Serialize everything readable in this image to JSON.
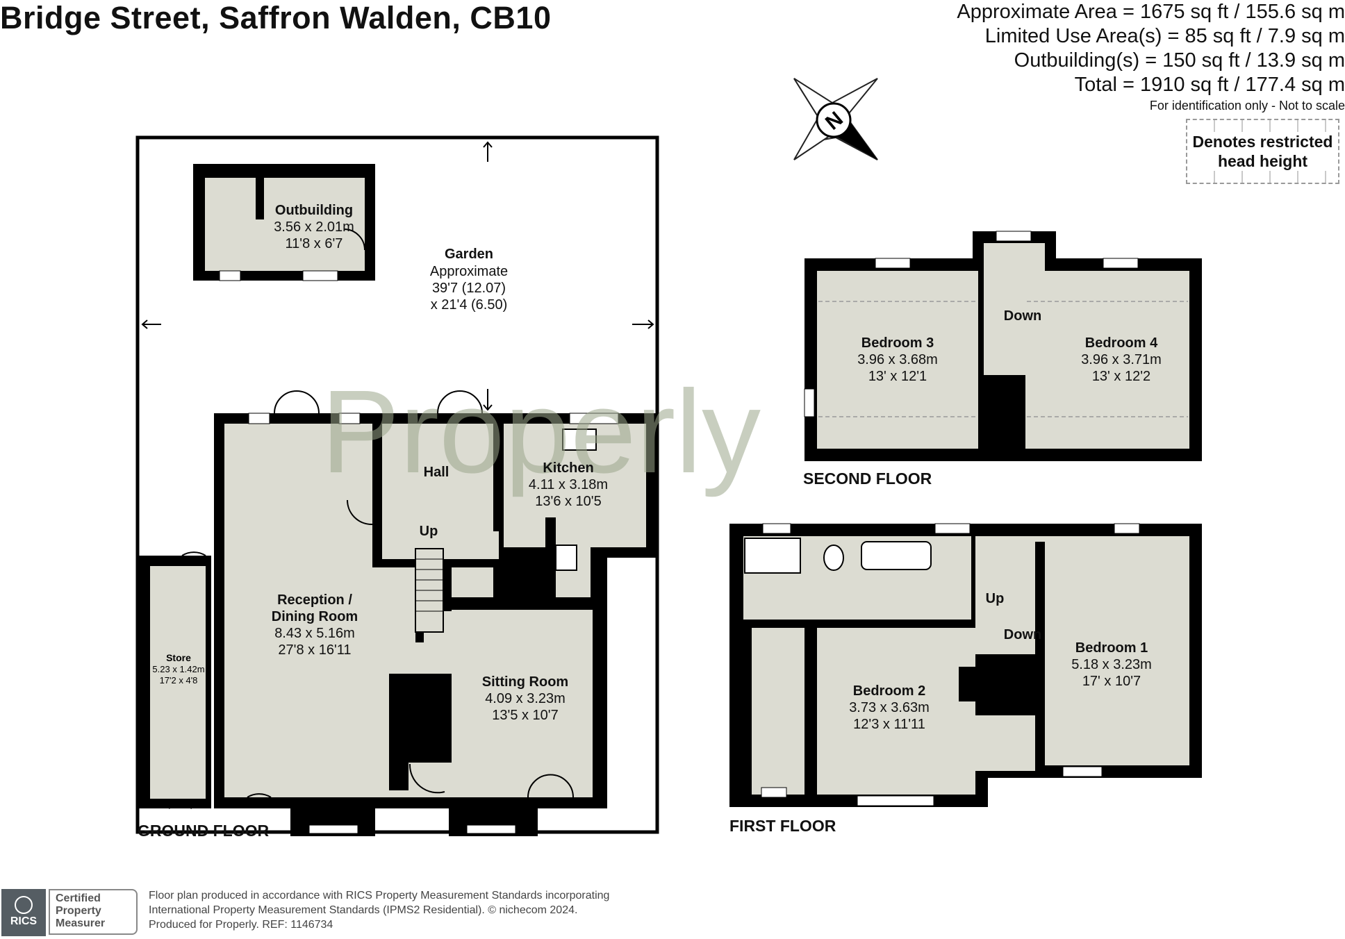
{
  "title": "Bridge Street, Saffron Walden, CB10",
  "areas": [
    "Approximate Area = 1675 sq ft / 155.6 sq m",
    "Limited Use Area(s) = 85 sq ft / 7.9 sq m",
    "Outbuilding(s) = 150 sq ft / 13.9 sq m",
    "Total = 1910 sq ft / 177.4 sq m"
  ],
  "identification_note": "For identification only - Not to scale",
  "restricted_legend": "Denotes restricted head height",
  "compass_letter": "N",
  "watermark": "Properly",
  "colors": {
    "room_fill": "#dcdcd2",
    "wall": "#000000",
    "watermark": "#9aa58a"
  },
  "floors": {
    "ground": "GROUND FLOOR",
    "first": "FIRST FLOOR",
    "second": "SECOND FLOOR"
  },
  "rooms": {
    "garden": {
      "name": "Garden",
      "line1": "Approximate",
      "line2": "39'7 (12.07)",
      "line3": "x 21'4 (6.50)"
    },
    "outbuilding": {
      "name": "Outbuilding",
      "metric": "3.56 x 2.01m",
      "imperial": "11'8 x 6'7"
    },
    "hall": {
      "name": "Hall"
    },
    "kitchen": {
      "name": "Kitchen",
      "metric": "4.11 x 3.18m",
      "imperial": "13'6 x 10'5"
    },
    "reception": {
      "name1": "Reception /",
      "name2": "Dining Room",
      "metric": "8.43 x 5.16m",
      "imperial": "27'8 x 16'11"
    },
    "sitting": {
      "name": "Sitting Room",
      "metric": "4.09 x 3.23m",
      "imperial": "13'5 x 10'7"
    },
    "store": {
      "name": "Store",
      "metric": "5.23 x 1.42m",
      "imperial": "17'2 x 4'8"
    },
    "bedroom1": {
      "name": "Bedroom 1",
      "metric": "5.18 x 3.23m",
      "imperial": "17' x 10'7"
    },
    "bedroom2": {
      "name": "Bedroom 2",
      "metric": "3.73 x 3.63m",
      "imperial": "12'3 x 11'11"
    },
    "bedroom3": {
      "name": "Bedroom 3",
      "metric": "3.96 x 3.68m",
      "imperial": "13' x 12'1"
    },
    "bedroom4": {
      "name": "Bedroom 4",
      "metric": "3.96 x 3.71m",
      "imperial": "13' x 12'2"
    }
  },
  "stairs": {
    "up": "Up",
    "down": "Down"
  },
  "footer": [
    "Floor plan produced in accordance with RICS Property Measurement Standards incorporating",
    "International Property Measurement Standards (IPMS2 Residential).  © nichecom 2024.",
    "Produced for Properly.   REF: 1146734"
  ],
  "rics_badge": {
    "logo": "RICS",
    "line1": "Certified",
    "line2": "Property",
    "line3": "Measurer"
  }
}
